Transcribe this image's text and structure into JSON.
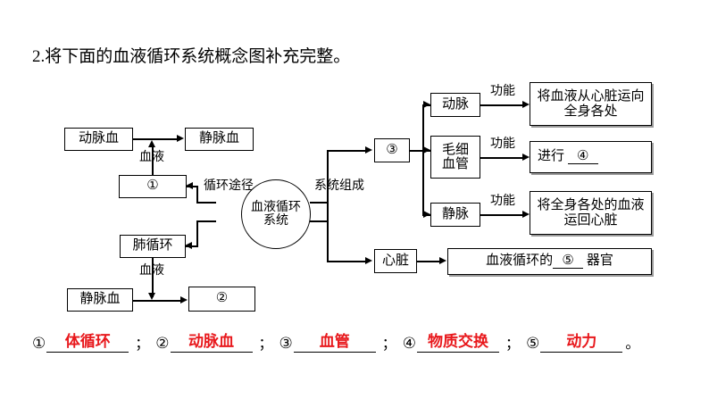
{
  "question": {
    "number": "2.",
    "text": "2.将下面的血液循环系统概念图补充完整。"
  },
  "diagram": {
    "center_node": "血液循环系统",
    "left_branch_label": "循环途径",
    "right_branch_label": "系统组成",
    "nodes": {
      "arterial_blood_top": "动脉血",
      "venous_blood_top": "静脉血",
      "blood_label_top": "血液",
      "blank_1": "①",
      "pulmonary_circulation": "肺循环",
      "blood_label_bottom": "血液",
      "venous_blood_bottom": "静脉血",
      "blank_2": "②",
      "blank_3": "③",
      "artery": "动脉",
      "capillary": "毛细血管",
      "vein": "静脉",
      "heart": "心脏",
      "function_label_1": "功能",
      "function_label_2": "功能",
      "function_label_3": "功能",
      "artery_function": "将血液从心脏运向全身各处",
      "capillary_function_prefix": "进行",
      "capillary_function_blank": "④",
      "vein_function": "将全身各处的血液运回心脏",
      "heart_function_prefix": "血液循环的",
      "heart_function_blank": "⑤",
      "heart_function_suffix": "器官"
    }
  },
  "answers": {
    "separator": "；",
    "terminator": "。",
    "items": [
      {
        "num": "①",
        "value": "体循环"
      },
      {
        "num": "②",
        "value": "动脉血"
      },
      {
        "num": "③",
        "value": "血管"
      },
      {
        "num": "④",
        "value": "物质交换"
      },
      {
        "num": "⑤",
        "value": "动力"
      }
    ]
  },
  "colors": {
    "answer_red": "#e8181c",
    "line_black": "#000000",
    "background": "#ffffff"
  }
}
